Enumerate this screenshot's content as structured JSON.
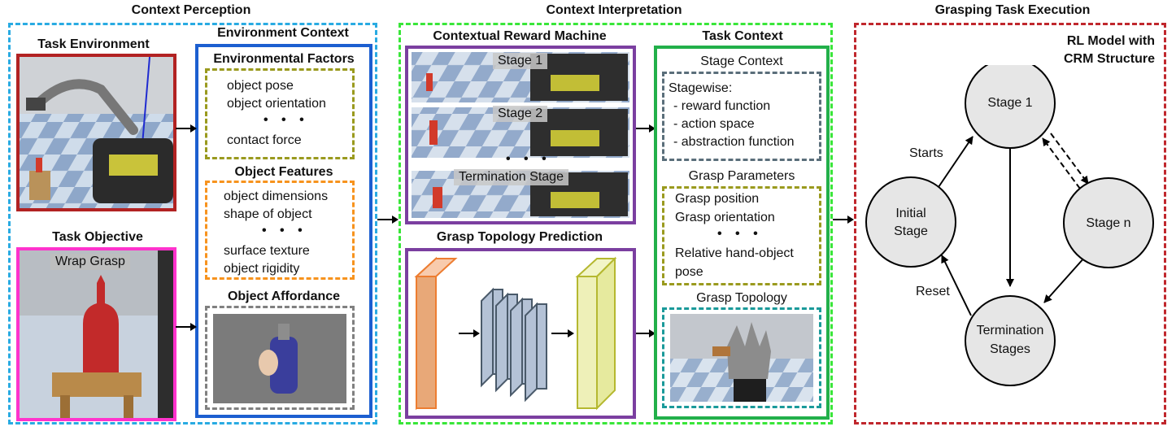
{
  "sections": {
    "perception": "Context Perception",
    "interpretation": "Context Interpretation",
    "execution": "Grasping Task Execution"
  },
  "perception": {
    "task_environment": "Task Environment",
    "task_objective": "Task Objective",
    "wrap_grasp": "Wrap Grasp",
    "environment_context": "Environment Context",
    "environmental_factors": {
      "title": "Environmental Factors",
      "items": [
        "object pose",
        "object orientation",
        "contact force"
      ]
    },
    "object_features": {
      "title": "Object Features",
      "items": [
        "object dimensions",
        "shape of object",
        "surface texture",
        "object rigidity"
      ]
    },
    "object_affordance": "Object Affordance",
    "ellipsis": "• • •"
  },
  "interpretation": {
    "crm_title": "Contextual Reward Machine",
    "stages": [
      "Stage 1",
      "Stage 2",
      "Termination Stage"
    ],
    "gtp_title": "Grasp Topology Prediction",
    "task_context": "Task Context",
    "stage_context": {
      "title": "Stage Context",
      "lead": "Stagewise:",
      "items": [
        "- reward function",
        "- action space",
        "- abstraction function"
      ]
    },
    "grasp_parameters": {
      "title": "Grasp Parameters",
      "items": [
        "Grasp position",
        "Grasp orientation",
        "Relative hand-object",
        "pose"
      ]
    },
    "grasp_topology": "Grasp Topology"
  },
  "execution": {
    "rl_title_line1": "RL Model with",
    "rl_title_line2": "CRM Structure",
    "nodes": {
      "stage1": "Stage 1",
      "initial_line1": "Initial",
      "initial_line2": "Stage",
      "stagen": "Stage n",
      "term_line1": "Termination",
      "term_line2": "Stages"
    },
    "edges": {
      "starts": "Starts",
      "reset": "Reset"
    }
  },
  "colors": {
    "perception": "#29abe2",
    "interpretation": "#39e639",
    "execution": "#c0272d",
    "task_env": "#b22222",
    "task_obj": "#ff33cc",
    "env_context": "#1c5fd0",
    "factors": "#9a9a1e",
    "features": "#f7931e",
    "affordance": "#808080",
    "crm": "#7b3fa0",
    "task_context": "#22b04a",
    "stage_context": "#5a6e7a",
    "grasp_topology": "#1a9a9a"
  }
}
